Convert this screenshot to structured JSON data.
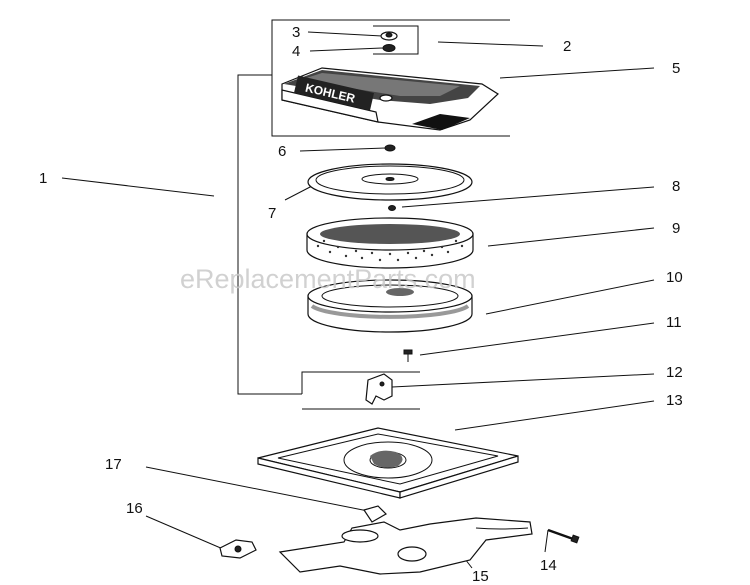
{
  "watermark": "eReplacementParts.com",
  "logo_text": "KOHLER",
  "callouts": [
    {
      "id": "1",
      "label": "1"
    },
    {
      "id": "2",
      "label": "2"
    },
    {
      "id": "3",
      "label": "3"
    },
    {
      "id": "4",
      "label": "4"
    },
    {
      "id": "5",
      "label": "5"
    },
    {
      "id": "6",
      "label": "6"
    },
    {
      "id": "7",
      "label": "7"
    },
    {
      "id": "8",
      "label": "8"
    },
    {
      "id": "9",
      "label": "9"
    },
    {
      "id": "10",
      "label": "10"
    },
    {
      "id": "11",
      "label": "11"
    },
    {
      "id": "12",
      "label": "12"
    },
    {
      "id": "13",
      "label": "13"
    },
    {
      "id": "14",
      "label": "14"
    },
    {
      "id": "15",
      "label": "15"
    },
    {
      "id": "16",
      "label": "16"
    },
    {
      "id": "17",
      "label": "17"
    }
  ]
}
